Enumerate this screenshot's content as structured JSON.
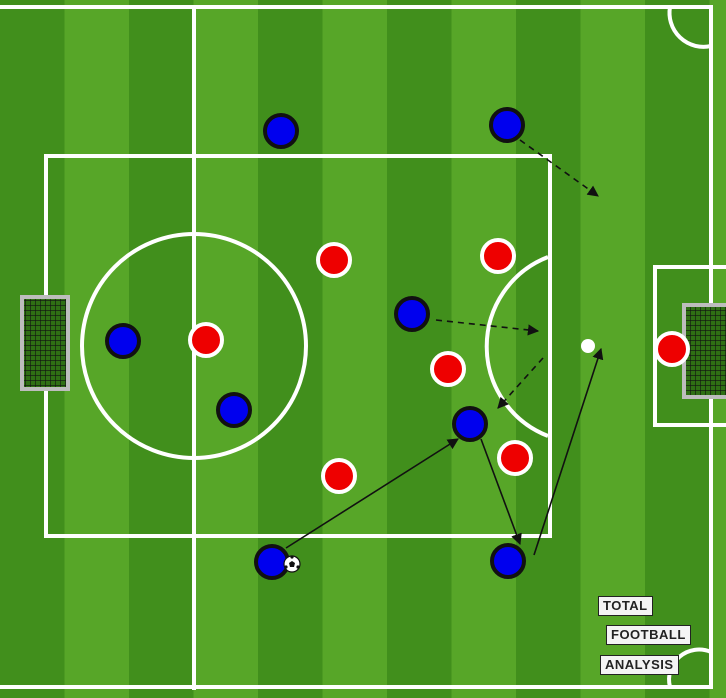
{
  "pitch": {
    "stripe_light": "#57a628",
    "stripe_dark": "#418f1c",
    "line_color": "#ffffff"
  },
  "teams": {
    "blue": {
      "color": "#0000ee",
      "outline": "#111111"
    },
    "red": {
      "color": "#ee0000",
      "outline": "#ffffff"
    }
  },
  "ball": {
    "icon": "soccer-ball-icon"
  },
  "branding": {
    "line1": "Total",
    "line2": "Football",
    "line3": "Analysis"
  }
}
